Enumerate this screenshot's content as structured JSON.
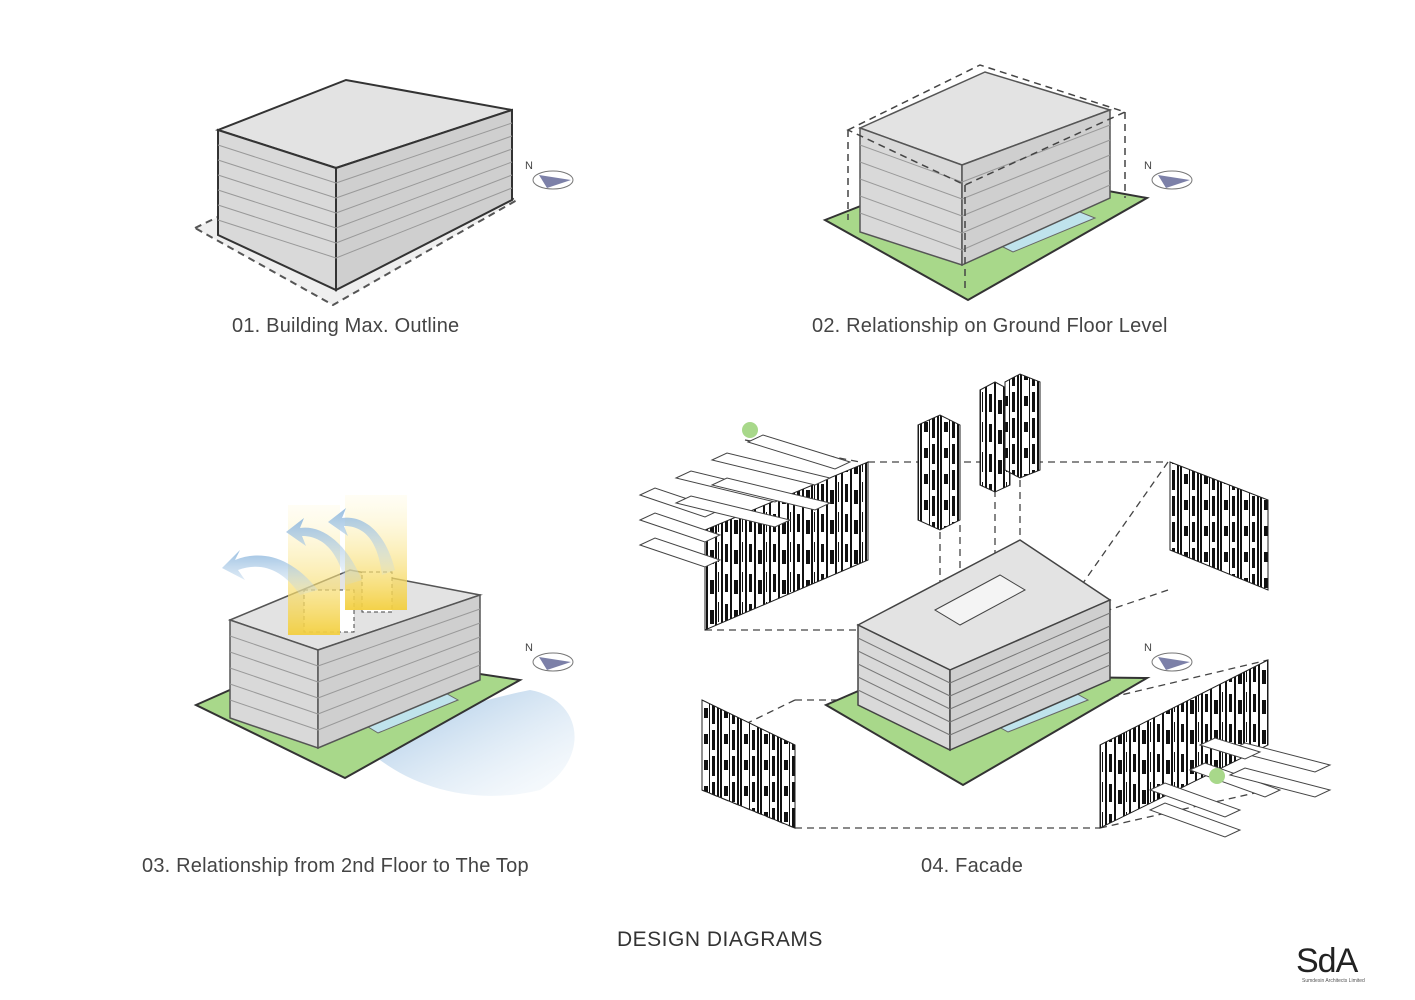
{
  "colors": {
    "roof": "#e3e3e3",
    "wall": "#d6d6d6",
    "green": "#a8d88a",
    "water": "#bfe3ec",
    "sun": "#f6d65a",
    "wind": "#b8d3ea",
    "compass": "#7c80a8"
  },
  "diagrams": [
    {
      "caption": "01. Building Max. Outline"
    },
    {
      "caption": "02. Relationship on Ground Floor Level"
    },
    {
      "caption": "03. Relationship from 2nd Floor to The Top"
    },
    {
      "caption": "04. Facade"
    }
  ],
  "compass_label": "N",
  "title": "DESIGN DIAGRAMS",
  "logo": {
    "letters": "SdA",
    "subtitle": "Sumdesin Architects Limited"
  }
}
